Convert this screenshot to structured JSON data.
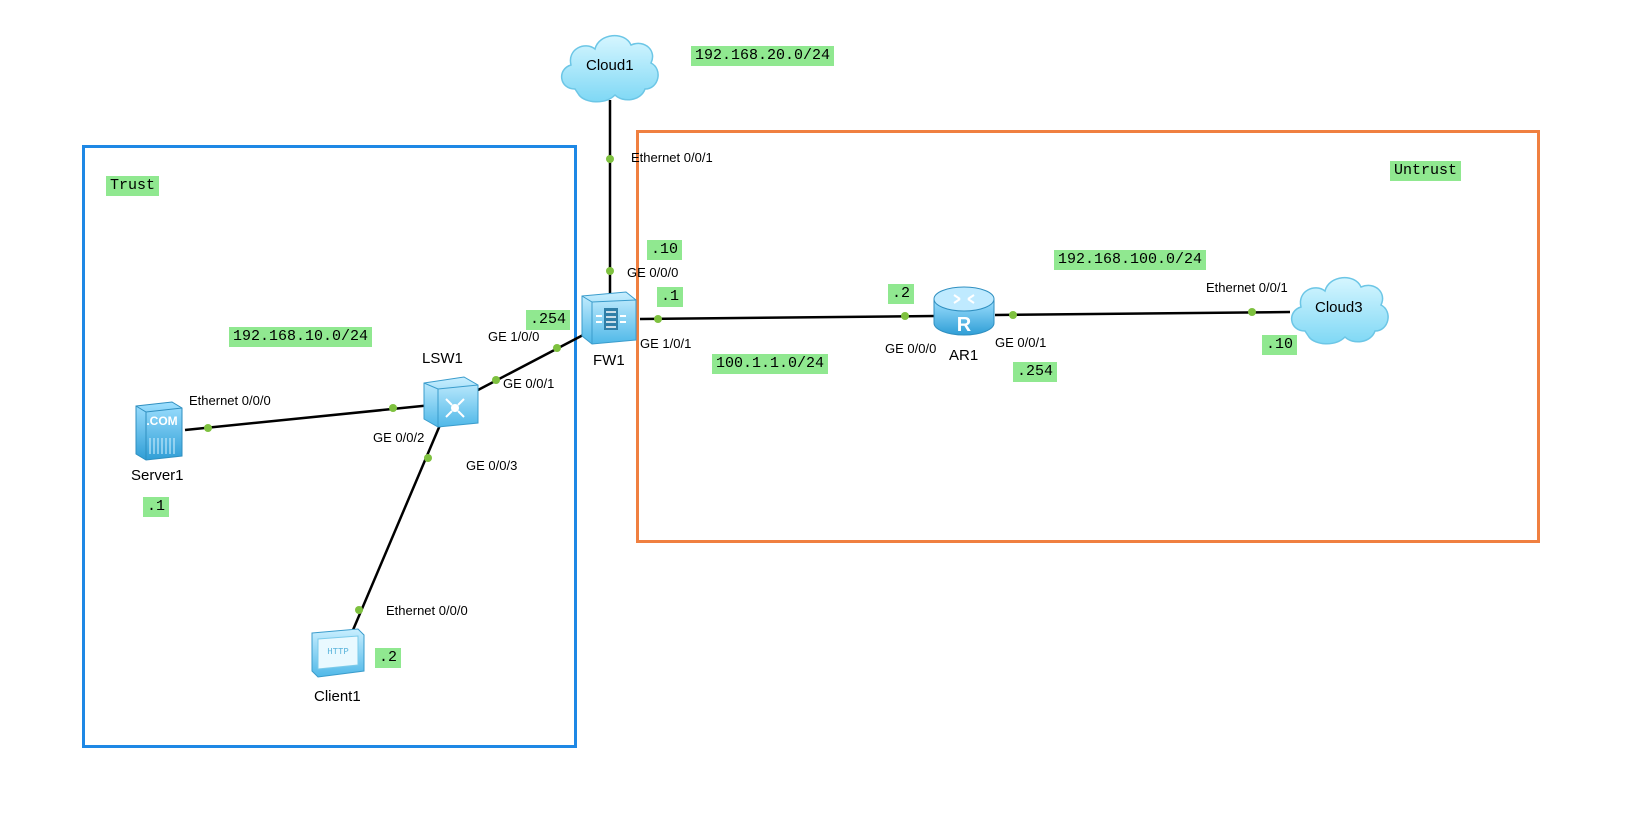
{
  "zones": {
    "trust": {
      "label": "Trust",
      "color": "#1e88e5"
    },
    "untrust": {
      "label": "Untrust",
      "color": "#f08040"
    }
  },
  "devices": {
    "cloud1": {
      "name": "Cloud1",
      "icon": "cloud-icon"
    },
    "cloud3": {
      "name": "Cloud3",
      "icon": "cloud-icon"
    },
    "fw1": {
      "name": "FW1",
      "icon": "firewall-icon"
    },
    "lsw1": {
      "name": "LSW1",
      "icon": "switch-icon"
    },
    "ar1": {
      "name": "AR1",
      "icon": "router-icon"
    },
    "server1": {
      "name": "Server1",
      "icon": "server-icon",
      "badge": ".COM"
    },
    "client1": {
      "name": "Client1",
      "icon": "client-icon",
      "badge": "HTTP"
    }
  },
  "ports": {
    "cloud1_eth001": "Ethernet 0/0/1",
    "fw1_ge000": "GE 0/0/0",
    "fw1_ge100": "GE 1/0/0",
    "fw1_ge101": "GE 1/0/1",
    "lsw1_ge001": "GE 0/0/1",
    "lsw1_ge002": "GE 0/0/2",
    "lsw1_ge003": "GE 0/0/3",
    "server1_eth000": "Ethernet 0/0/0",
    "client1_eth000": "Ethernet 0/0/0",
    "ar1_ge000": "GE 0/0/0",
    "ar1_ge001": "GE 0/0/1",
    "cloud3_eth001": "Ethernet 0/0/1"
  },
  "networks": {
    "net_cloud1": "192.168.20.0/24",
    "net_trust": "192.168.10.0/24",
    "net_link": "100.1.1.0/24",
    "net_cloud3": "192.168.100.0/24"
  },
  "addresses": {
    "fw1_ge000": ".10",
    "fw1_ge100": ".254",
    "fw1_ge101": ".1",
    "ar1_ge000": ".2",
    "ar1_ge001": ".254",
    "cloud3": ".10",
    "server1": ".1",
    "client1": ".2"
  },
  "colors": {
    "tag_bg": "#90e890",
    "link": "#000000",
    "port_dot": "#7ec13f",
    "device_blue": "#4fb8e8"
  }
}
